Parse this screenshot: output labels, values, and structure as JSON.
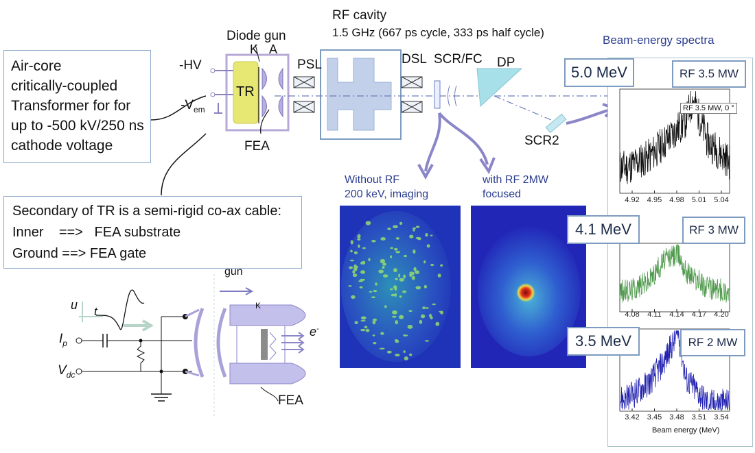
{
  "transformer_box": {
    "lines": [
      "Air-core",
      "critically-coupled",
      "Transformer for for",
      "up to -500 kV/250 ns",
      "cathode voltage"
    ]
  },
  "secondary_box": {
    "lines": [
      "Secondary of TR is a semi-rigid co-ax cable:",
      "Inner    ==>   FEA substrate",
      "Ground ==> FEA gate"
    ]
  },
  "beamline": {
    "hv": "-HV",
    "vem": "-V",
    "vem_sub": "em",
    "diode_gun": "Diode gun",
    "k": "K",
    "a": "A",
    "tr": "TR",
    "fea": "FEA",
    "psl": "PSL",
    "rf_cavity": "RF cavity",
    "rf_spec": "1.5 GHz (667 ps cycle, 333 ps half cycle)",
    "dsl": "DSL",
    "scr_fc": "SCR/FC",
    "dp": "DP",
    "scr2": "SCR2"
  },
  "images": {
    "without_rf": [
      "Without RF",
      "200 keV, imaging"
    ],
    "with_rf": [
      "with RF 2MW",
      "focused"
    ]
  },
  "circuit": {
    "gun": "gun",
    "k": "K",
    "u": "u",
    "t": "t",
    "ip": "I",
    "ip_sub": "p",
    "vdc": "V",
    "vdc_sub": "dc",
    "e": "e",
    "e_sup": "-",
    "fea": "FEA"
  },
  "spectra": {
    "title": "Beam-energy spectra",
    "xlabel": "Beam energy (MeV)",
    "panels": [
      {
        "energy": "5.0 MeV",
        "rf": "RF 3.5 MW",
        "legend": "RF 3.5 MW, 0 °",
        "ticks": [
          "4.92",
          "4.95",
          "4.98",
          "5.01",
          "5.04"
        ],
        "color": "#111111"
      },
      {
        "energy": "4.1 MeV",
        "rf": "RF 3 MW",
        "ticks": [
          "4.08",
          "4.11",
          "4.14",
          "4.17",
          "4.20"
        ],
        "color": "#4f9a4c"
      },
      {
        "energy": "3.5 MeV",
        "rf": "RF 2 MW",
        "ticks": [
          "3.42",
          "3.45",
          "3.48",
          "3.51",
          "3.54"
        ],
        "color": "#2323b0"
      }
    ]
  },
  "chart_data": [
    {
      "type": "line",
      "title": "",
      "x": [
        4.91,
        4.94,
        4.97,
        4.99,
        5.0,
        5.02,
        5.05
      ],
      "values": [
        0.25,
        0.35,
        0.55,
        0.7,
        0.9,
        0.5,
        0.3
      ],
      "xlim": [
        4.9,
        5.05
      ]
    },
    {
      "type": "line",
      "title": "",
      "x": [
        4.07,
        4.1,
        4.12,
        4.14,
        4.15,
        4.18,
        4.21
      ],
      "values": [
        0.3,
        0.45,
        0.75,
        0.85,
        0.6,
        0.35,
        0.3
      ],
      "xlim": [
        4.06,
        4.21
      ]
    },
    {
      "type": "line",
      "title": "",
      "x": [
        3.41,
        3.44,
        3.46,
        3.48,
        3.49,
        3.52,
        3.55
      ],
      "values": [
        0.15,
        0.35,
        0.6,
        0.95,
        0.4,
        0.1,
        0.1
      ],
      "xlim": [
        3.4,
        3.55
      ]
    }
  ]
}
